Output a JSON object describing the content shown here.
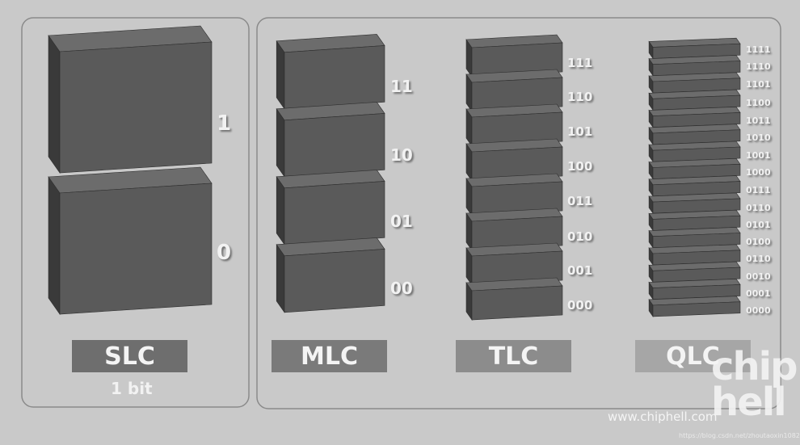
{
  "slc": {
    "label": "SLC",
    "sublabel": "1 bit",
    "states": [
      "1",
      "0"
    ]
  },
  "mlc": {
    "label": "MLC",
    "states": [
      "11",
      "10",
      "01",
      "00"
    ]
  },
  "tlc": {
    "label": "TLC",
    "states": [
      "111",
      "110",
      "101",
      "100",
      "011",
      "010",
      "001",
      "000"
    ]
  },
  "qlc": {
    "label": "QLC",
    "states": [
      "1111",
      "1110",
      "1101",
      "1100",
      "1011",
      "1010",
      "1001",
      "1000",
      "0111",
      "0110",
      "0101",
      "0100",
      "0110",
      "0010",
      "0001",
      "0000"
    ]
  },
  "watermark": {
    "brand": "chip hell",
    "site": "www.chiphell.com",
    "url": "https://blog.csdn.net/zhoutaoxin1082"
  },
  "colors": {
    "background": "#c9c9c9",
    "block_front": "#5a5a5a",
    "block_top": "#6c6c6c",
    "block_side": "#3a3a3a",
    "label_text": "#f2f2f2"
  }
}
